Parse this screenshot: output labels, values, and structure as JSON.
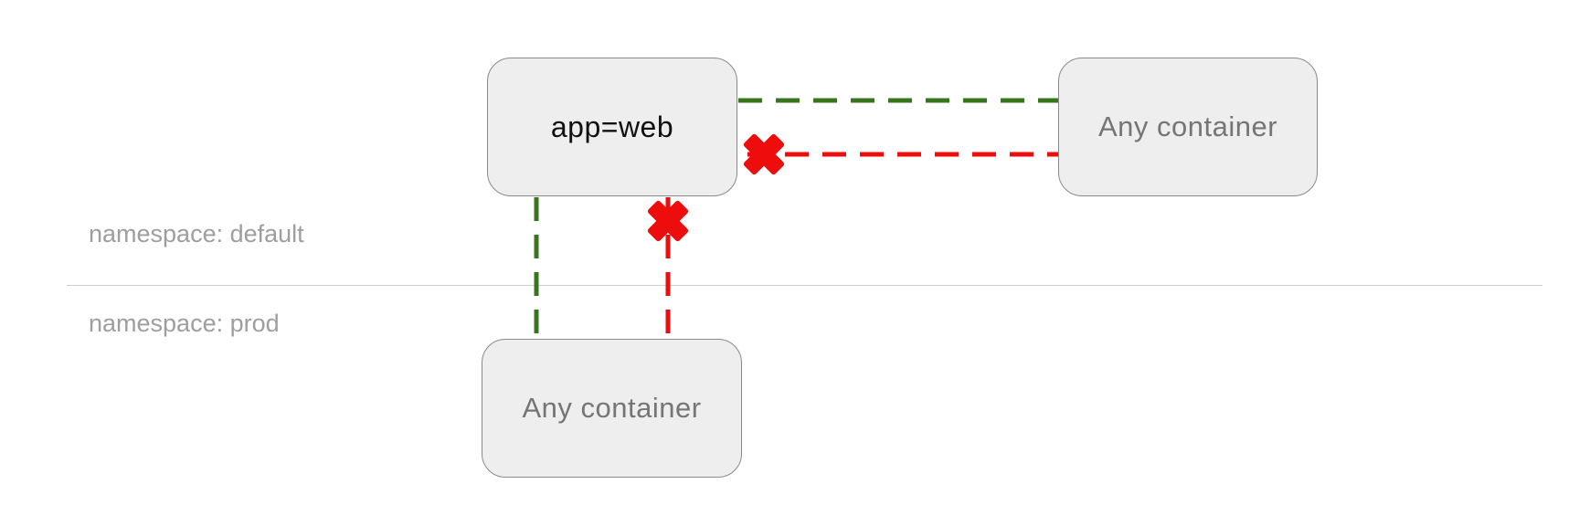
{
  "diagram": {
    "title": "network-policy-namespace-diagram",
    "nodes": {
      "app_web": {
        "label": "app=web",
        "namespace": "default"
      },
      "any_container_default": {
        "label": "Any container",
        "namespace": "default"
      },
      "any_container_prod": {
        "label": "Any container",
        "namespace": "prod"
      }
    },
    "namespace_labels": {
      "default": "namespace: default",
      "prod": "namespace: prod"
    },
    "edges": [
      {
        "between": [
          "app=web",
          "Any container (namespace: default)"
        ],
        "status": "allowed",
        "style": "green-dashed",
        "orientation": "horizontal"
      },
      {
        "between": [
          "app=web",
          "Any container (namespace: default)"
        ],
        "status": "blocked",
        "style": "red-dashed-with-x",
        "orientation": "horizontal"
      },
      {
        "between": [
          "app=web",
          "Any container (namespace: prod)"
        ],
        "status": "allowed",
        "style": "green-dashed",
        "orientation": "vertical"
      },
      {
        "between": [
          "app=web",
          "Any container (namespace: prod)"
        ],
        "status": "blocked",
        "style": "red-dashed-with-x",
        "orientation": "vertical"
      }
    ],
    "colors": {
      "allowed": "#38761d",
      "blocked": "#ee0d0d",
      "node_fill": "#eeeeee",
      "node_border": "#8a8a8a",
      "muted_text": "#757575",
      "label_text": "#9e9e9e",
      "divider": "#cccccc"
    }
  }
}
